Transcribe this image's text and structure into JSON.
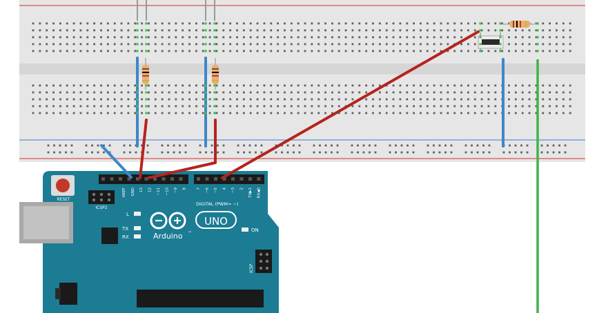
{
  "board": {
    "reset_label": "RESET",
    "icsp2_label": "ICSP2",
    "icsp_label": "ICSP",
    "aref_label": "AREF",
    "gnd_label": "GND",
    "pins_high": [
      "13",
      "12",
      "~11",
      "~10",
      "~9",
      "8"
    ],
    "pins_low": [
      "7",
      "~6",
      "~5",
      "4",
      "~3",
      "2",
      "TX▶1",
      "RX◀0"
    ],
    "digital_label": "DIGITAL (PWM= ~)",
    "led_l_label": "L",
    "led_tx_label": "TX",
    "led_rx_label": "RX",
    "on_label": "ON",
    "uno_label": "UNO",
    "brand_label": "Arduino",
    "brand_mark": "™"
  },
  "colors": {
    "breadboard": "#e6e6e6",
    "breadboard_channel": "#d0d0d0",
    "rail_red": "#d9534f",
    "rail_blue": "#5b8fd9",
    "board": "#1b7c93",
    "board_dark": "#155e70",
    "wire_red": "#b5231f",
    "wire_blue": "#3f86c9",
    "wire_green": "#3fb34a",
    "resistor_body": "#e8b071"
  }
}
